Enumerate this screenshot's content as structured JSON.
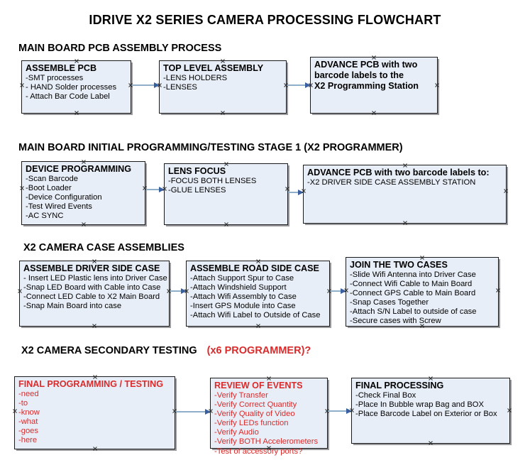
{
  "document": {
    "title": "IDRIVE X2  SERIES CAMERA PROCESSING FLOWCHART"
  },
  "colors": {
    "box_fill": "#e8eef7",
    "box_border": "#1a1a1a",
    "connector": "#8faec9",
    "arrowhead": "#3a5f9e",
    "red_text": "#d92b2b",
    "black_text": "#000000"
  },
  "sections": [
    {
      "id": "main-board-pcb-assembly",
      "title": "MAIN BOARD PCB ASSEMBLY PROCESS",
      "title_red": "",
      "nodes": [
        {
          "id": "assemble-pcb",
          "header": "ASSEMBLE PCB",
          "lines": [
            "-SMT processes",
            "- HAND Solder processes",
            "- Attach Bar Code Label"
          ]
        },
        {
          "id": "top-level-assembly",
          "header": "TOP LEVEL ASSEMBLY",
          "lines": [
            "-LENS HOLDERS",
            "-LENSES"
          ]
        },
        {
          "id": "advance-pcb-programming-station",
          "header": "ADVANCE PCB with two",
          "lines": [
            "barcode labels to the",
            " X2 Programming Station"
          ]
        }
      ]
    },
    {
      "id": "main-board-initial-programming",
      "title": "MAIN BOARD INITIAL PROGRAMMING/TESTING STAGE 1 (X2 PROGRAMMER)",
      "title_red": "",
      "nodes": [
        {
          "id": "device-programming",
          "header": "DEVICE PROGRAMMING",
          "lines": [
            "-Scan Barcode",
            "-Boot Loader",
            "-Device Configuration",
            "-Test Wired Events",
            "-AC SYNC"
          ]
        },
        {
          "id": "lens-focus",
          "header": "LENS FOCUS",
          "lines": [
            "-FOCUS BOTH LENSES",
            "-GLUE LENSES"
          ]
        },
        {
          "id": "advance-pcb-driver-side",
          "header": "ADVANCE PCB with two barcode labels to:",
          "lines": [
            "-X2 DRIVER  SIDE  CASE  ASSEMBLY STATION"
          ]
        }
      ]
    },
    {
      "id": "x2-camera-case-assemblies",
      "title": "X2 CAMERA CASE ASSEMBLIES",
      "title_red": "",
      "nodes": [
        {
          "id": "assemble-driver-side-case",
          "header": "ASSEMBLE DRIVER SIDE CASE",
          "lines": [
            "- Insert LED Plastic lens into Driver Case",
            "-Snap LED Board with Cable into Case",
            "-Connect LED Cable to X2 Main Board",
            "-Snap Main Board into case"
          ]
        },
        {
          "id": "assemble-road-side-case",
          "header": "ASSEMBLE ROAD SIDE CASE",
          "lines": [
            "-Attach Support Spur to Case",
            "-Attach Windshield Support",
            "-Attach Wifi Assembly to Case",
            "-Insert GPS Module into Case",
            "-Attach Wifi Label to Outside of Case"
          ]
        },
        {
          "id": "join-the-two-cases",
          "header": "JOIN THE TWO CASES",
          "lines": [
            "-Slide Wifi Antenna into Driver Case",
            "-Connect Wifi Cable to Main Board",
            "-Connect GPS Cable to Main Board",
            "-Snap Cases Together",
            "-Attach S/N Label to outside of case",
            "-Secure cases with Screw"
          ]
        }
      ]
    },
    {
      "id": "x2-camera-secondary-testing",
      "title": "X2 CAMERA SECONDARY TESTING",
      "title_red": "(x6 PROGRAMMER)?",
      "nodes": [
        {
          "id": "final-programming-testing",
          "header": "FINAL PROGRAMMING / TESTING",
          "lines": [
            "-need",
            "-to",
            "-know",
            "-what",
            "-goes",
            "-here"
          ]
        },
        {
          "id": "review-of-events",
          "header": "REVIEW OF EVENTS",
          "lines": [
            "-Verify Transfer",
            "-Verify Correct Quantity",
            "-Verify Quality of Video",
            "-Verify LEDs function",
            "-Verify Audio",
            "-Verify BOTH Accelerometers"
          ],
          "overflow_line": "-Test of accessory ports?"
        },
        {
          "id": "final-processing",
          "header": "FINAL PROCESSING",
          "lines": [
            " -Check Final Box",
            "-Place In Bubble wrap Bag and BOX",
            "-Place Barcode Label on Exterior or Box"
          ]
        }
      ]
    }
  ]
}
